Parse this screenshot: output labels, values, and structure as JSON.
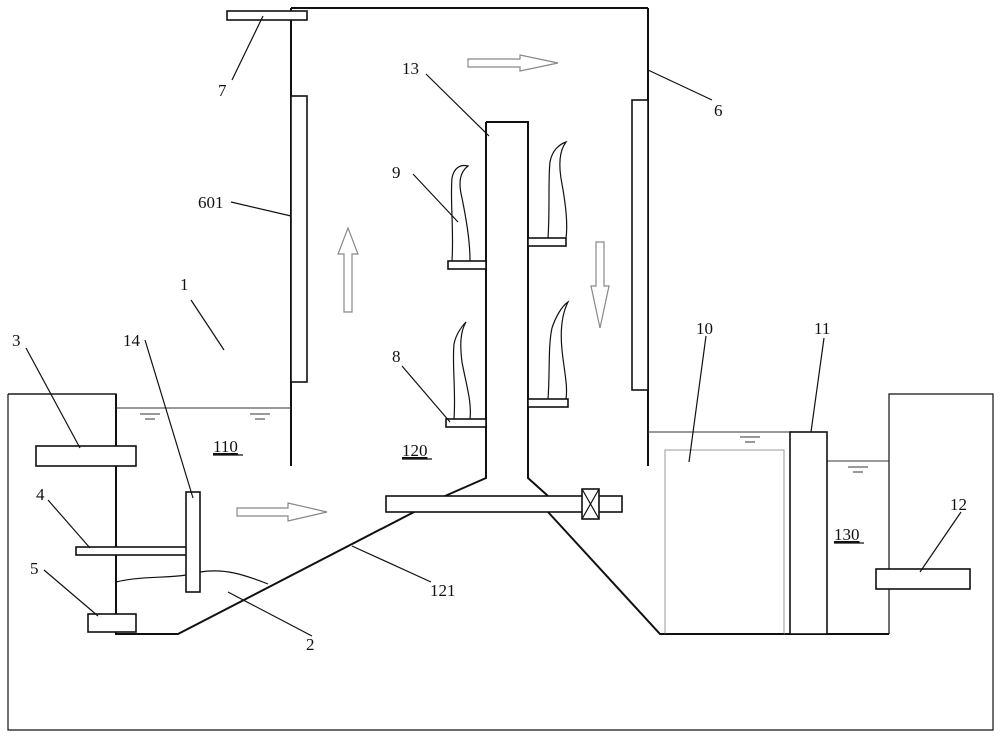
{
  "labels": {
    "l1": "1",
    "l2": "2",
    "l3": "3",
    "l4": "4",
    "l5": "5",
    "l6": "6",
    "l7": "7",
    "l8": "8",
    "l9": "9",
    "l10": "10",
    "l11": "11",
    "l12": "12",
    "l13": "13",
    "l14": "14",
    "l601": "601",
    "l121": "121"
  },
  "zones": {
    "z110": "110",
    "z120": "120",
    "z130": "130"
  }
}
